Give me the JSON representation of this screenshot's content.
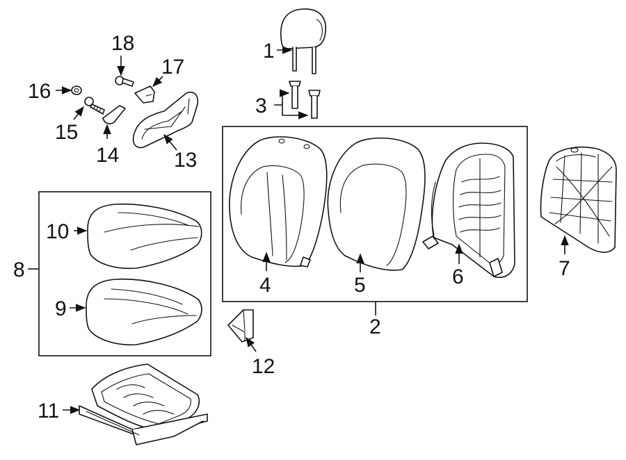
{
  "diagram": {
    "callouts": {
      "c1": "1",
      "c2": "2",
      "c3": "3",
      "c4": "4",
      "c5": "5",
      "c6": "6",
      "c7": "7",
      "c8": "8",
      "c9": "9",
      "c10": "10",
      "c11": "11",
      "c12": "12",
      "c13": "13",
      "c14": "14",
      "c15": "15",
      "c16": "16",
      "c17": "17",
      "c18": "18"
    },
    "line_color": "#111111",
    "background": "#ffffff"
  }
}
